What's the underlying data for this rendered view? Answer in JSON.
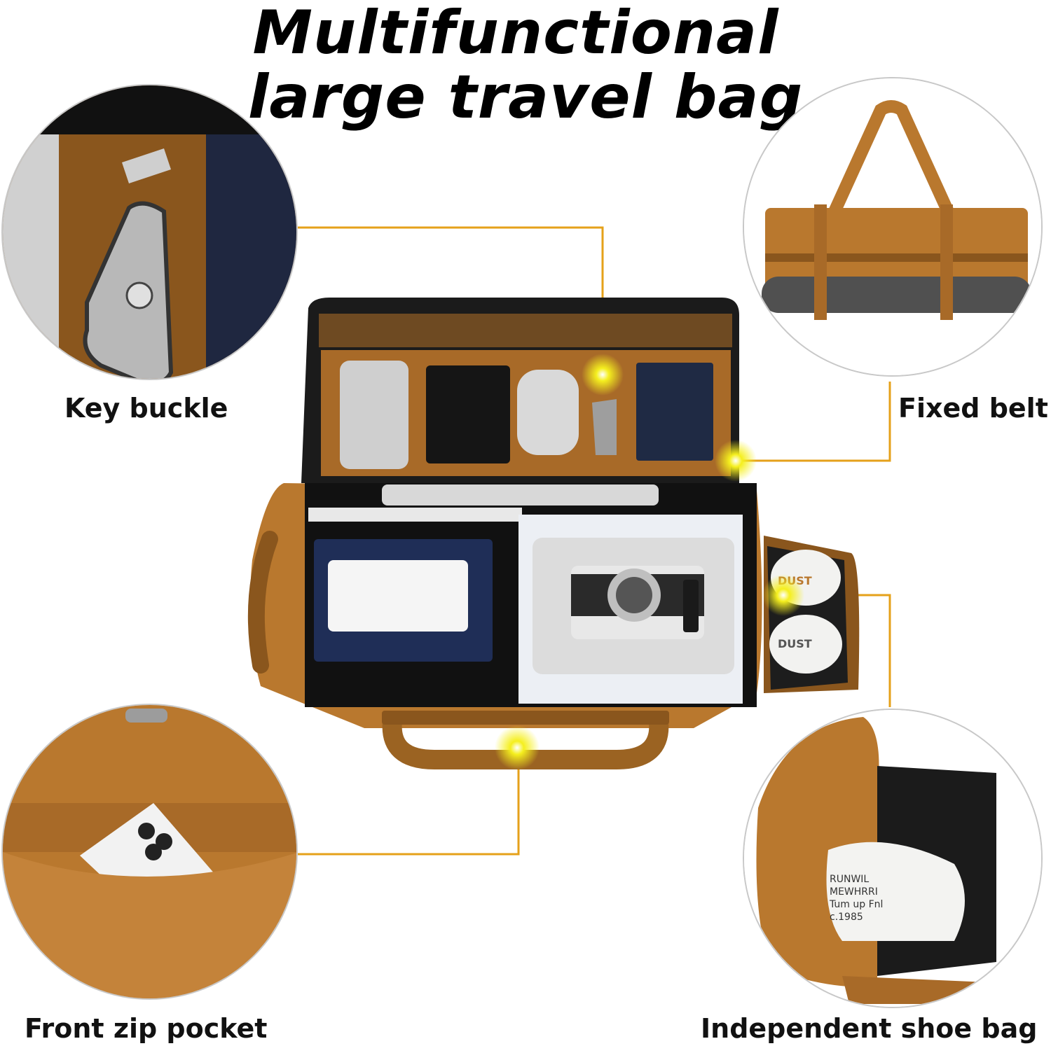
{
  "title": {
    "line1": "Multifunctional",
    "line2": "large travel bag"
  },
  "features": [
    {
      "name": "key-buckle",
      "label": "Key buckle",
      "icon": "key-fob-icon"
    },
    {
      "name": "fixed-belt",
      "label": "Fixed belt",
      "icon": "strap-icon"
    },
    {
      "name": "front-zip-pocket",
      "label": "Front zip pocket",
      "icon": "phone-pocket-icon"
    },
    {
      "name": "independent-shoe-bag",
      "label": "Independent shoe bag",
      "icon": "shoe-icon"
    }
  ],
  "product_text": {
    "shoe_brand": "DUST",
    "shoe_print_1": "RUNWIL",
    "shoe_print_2": "MEWHRRI",
    "shoe_print_3": "Tum up Fnl",
    "shoe_print_4": "c.1985"
  },
  "colors": {
    "bag": "#b9782e",
    "bag_dark": "#8a561d",
    "callout_line": "#e5a11a",
    "callout_dot": "#f5ef1e",
    "lining": "#1b1b1b"
  }
}
